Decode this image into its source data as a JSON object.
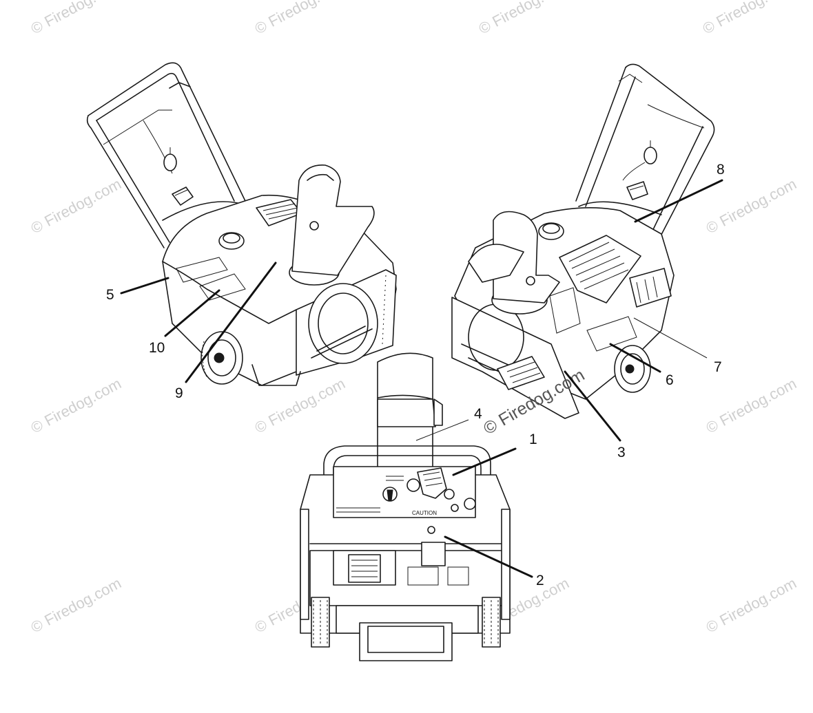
{
  "watermark": {
    "text": "© Firedog.com",
    "color": "#cfcfcf"
  },
  "callouts": [
    {
      "id": "1",
      "label": "1"
    },
    {
      "id": "2",
      "label": "2"
    },
    {
      "id": "3",
      "label": "3"
    },
    {
      "id": "4",
      "label": "4"
    },
    {
      "id": "5",
      "label": "5"
    },
    {
      "id": "6",
      "label": "6"
    },
    {
      "id": "7",
      "label": "7"
    },
    {
      "id": "8",
      "label": "8"
    },
    {
      "id": "9",
      "label": "9"
    },
    {
      "id": "10",
      "label": "10"
    }
  ],
  "panel_labels": {
    "caution": "CAUTION"
  }
}
